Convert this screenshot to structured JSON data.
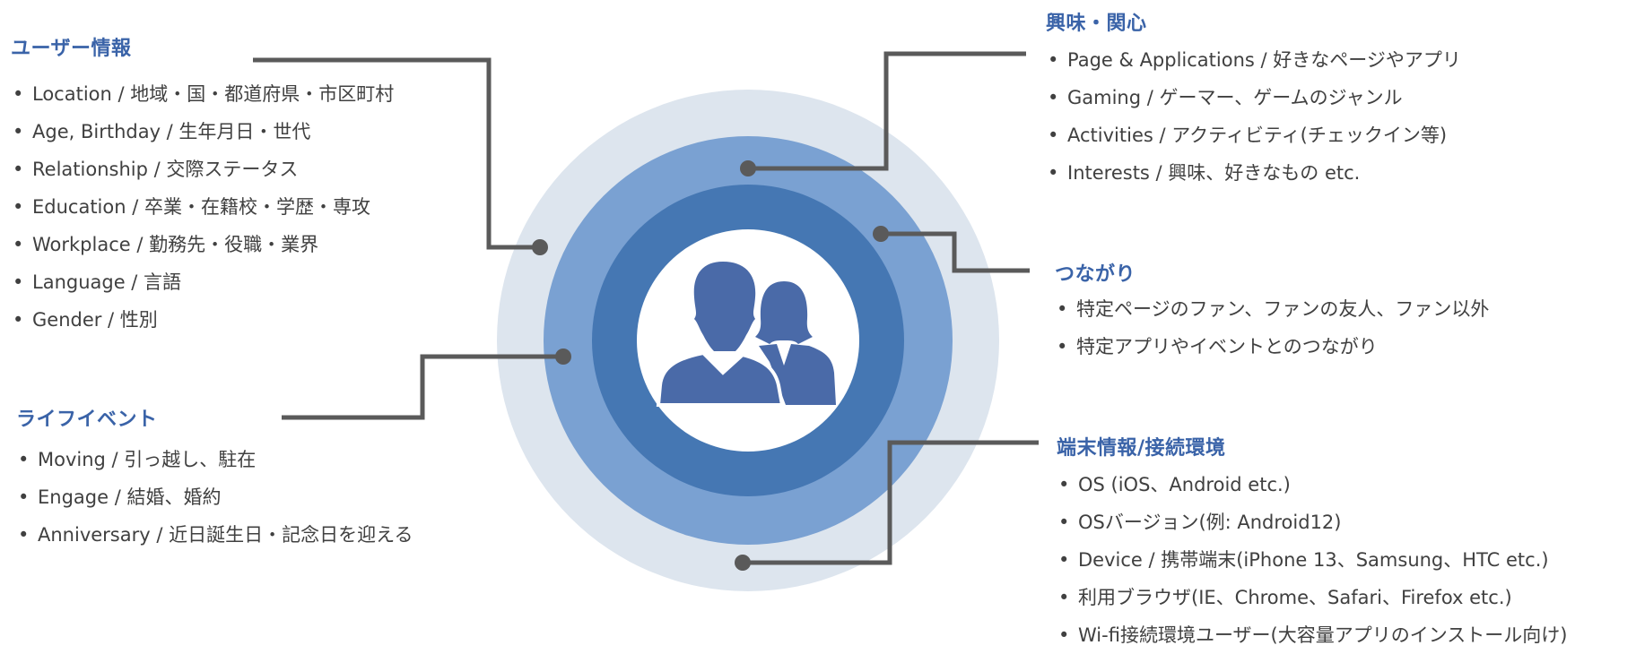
{
  "colors": {
    "ring_outer": "#dde5ee",
    "ring_middle": "#7aa1d2",
    "ring_inner": "#4577b3",
    "center": "#ffffff",
    "silhouette": "#4a6aa8",
    "connector": "#5a5a5a",
    "heading": "#3a63a8",
    "text": "#404040"
  },
  "center_icon": "two-people-silhouette-icon",
  "groups": {
    "user_info": {
      "title": "ユーザー情報",
      "items": [
        "Location / 地域・国・都道府県・市区町村",
        "Age, Birthday / 生年月日・世代",
        "Relationship / 交際ステータス",
        "Education / 卒業・在籍校・学歴・専攻",
        "Workplace / 勤務先・役職・業界",
        "Language / 言語",
        "Gender / 性別"
      ]
    },
    "life_events": {
      "title": "ライフイベント",
      "items": [
        "Moving / 引っ越し、駐在",
        "Engage / 結婚、婚約",
        "Anniversary / 近日誕生日・記念日を迎える"
      ]
    },
    "interests": {
      "title": "興味・関心",
      "items": [
        "Page & Applications / 好きなページやアプリ",
        "Gaming / ゲーマー、ゲームのジャンル",
        "Activities / アクティビティ(チェックイン等)",
        "Interests / 興味、好きなもの etc."
      ]
    },
    "connections": {
      "title": "つながり",
      "items": [
        "特定ページのファン、ファンの友人、ファン以外",
        "特定アプリやイベントとのつながり"
      ]
    },
    "device": {
      "title": "端末情報/接続環境",
      "items": [
        "OS (iOS、Android etc.)",
        "OSバージョン(例: Android12)",
        "Device / 携帯端末(iPhone 13、Samsung、HTC etc.)",
        "利用ブラウザ(IE、Chrome、Safari、Firefox etc.)",
        "Wi-fi接続環境ユーザー(大容量アプリのインストール向け)"
      ]
    }
  }
}
